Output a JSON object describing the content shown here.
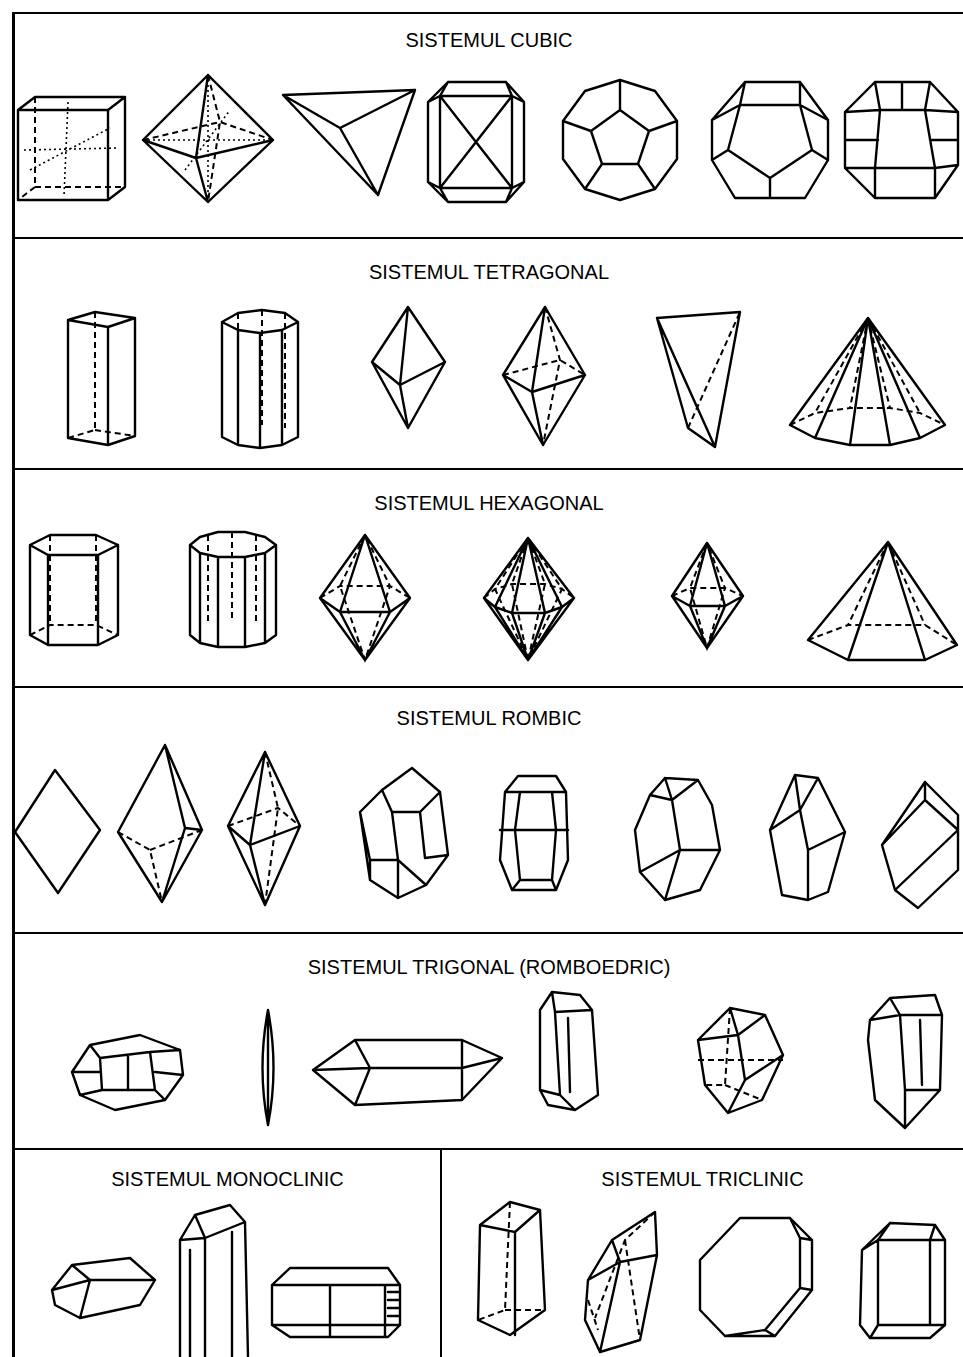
{
  "diagram": {
    "nodes": [
      {
        "text": [
          "SISTEMUL CUBIC"
        ]
      },
      {
        "text": [
          "SISTEMUL TETRAGONAL"
        ]
      },
      {
        "text": [
          "SISTEMUL HEXAGONAL"
        ]
      },
      {
        "text": [
          "SISTEMUL ROMBIC"
        ]
      },
      {
        "text": [
          "SISTEMUL TRIGONAL (ROMBOEDRIC)"
        ]
      },
      {
        "text": [
          "SISTEMUL MONOCLINIC"
        ]
      },
      {
        "text": [
          "SISTEMUL TRICLINIC"
        ]
      }
    ]
  }
}
